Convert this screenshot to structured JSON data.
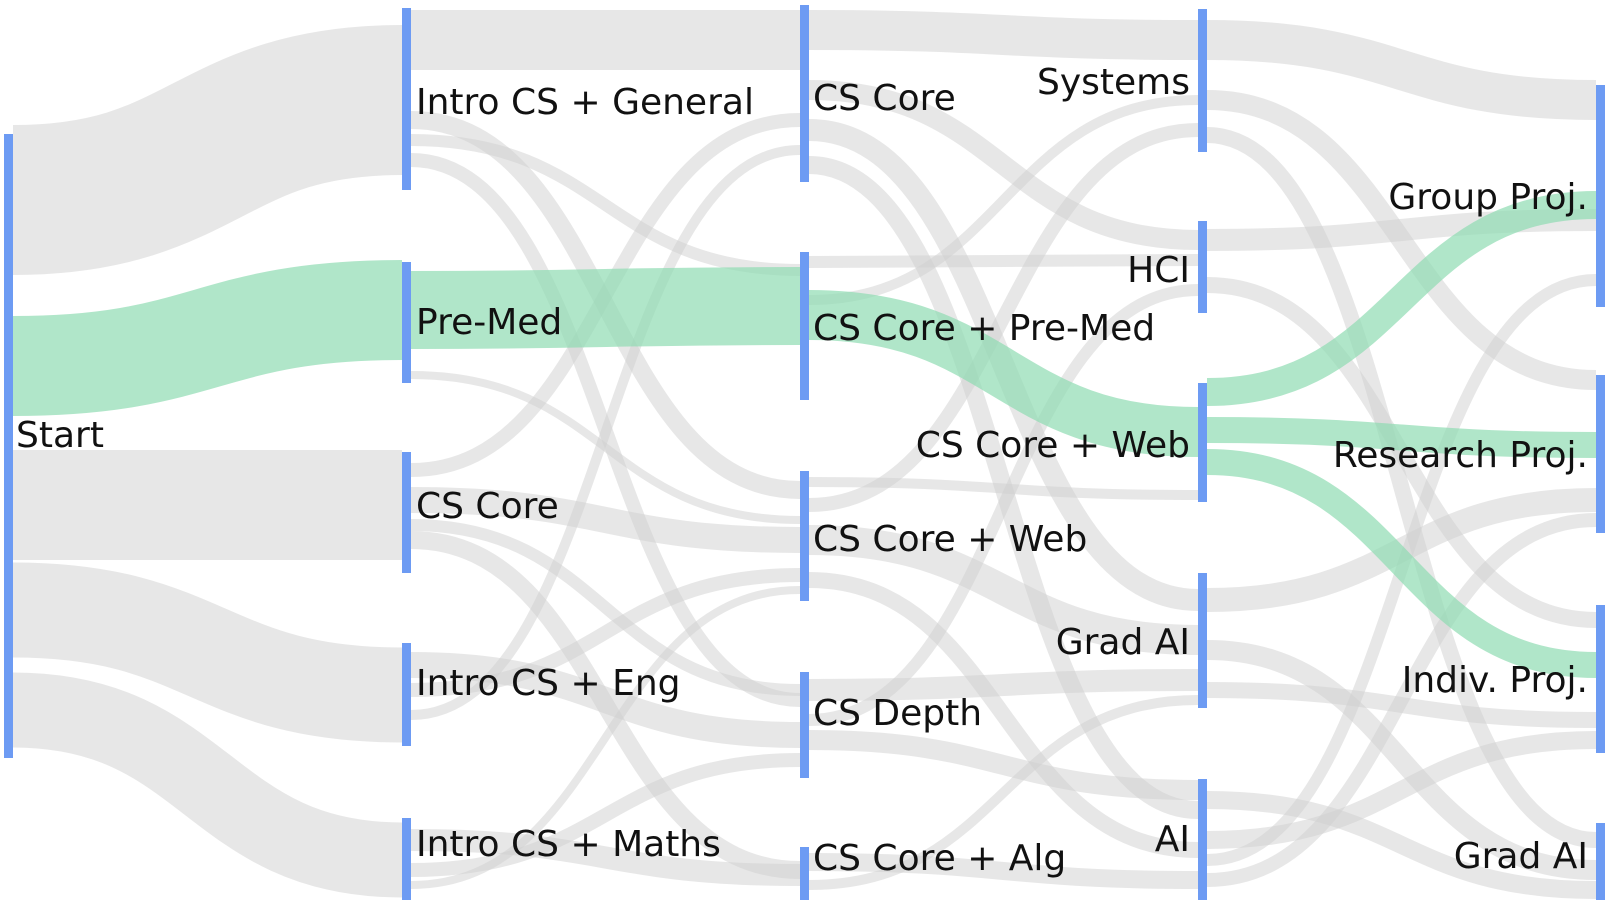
{
  "colors": {
    "node": "#6d9bf3",
    "link": "#cfcfcf",
    "highlight": "#8fdcb2",
    "text": "#111111",
    "background": "#ffffff"
  },
  "columns": [
    {
      "nodes": [
        {
          "id": "start",
          "label": "Start"
        }
      ]
    },
    {
      "nodes": [
        {
          "id": "c1-intro-general",
          "label": "Intro CS + General"
        },
        {
          "id": "c1-pre-med",
          "label": "Pre-Med"
        },
        {
          "id": "c1-cs-core",
          "label": "CS Core"
        },
        {
          "id": "c1-intro-eng",
          "label": "Intro CS + Eng"
        },
        {
          "id": "c1-intro-maths",
          "label": "Intro CS + Maths"
        }
      ]
    },
    {
      "nodes": [
        {
          "id": "c2-cs-core",
          "label": "CS Core"
        },
        {
          "id": "c2-core-premed",
          "label": "CS Core + Pre-Med"
        },
        {
          "id": "c2-core-web",
          "label": "CS Core + Web"
        },
        {
          "id": "c2-cs-depth",
          "label": "CS Depth"
        },
        {
          "id": "c2-core-alg",
          "label": "CS Core + Alg"
        }
      ]
    },
    {
      "nodes": [
        {
          "id": "c3-systems",
          "label": "Systems"
        },
        {
          "id": "c3-hci",
          "label": "HCI"
        },
        {
          "id": "c3-core-web",
          "label": "CS Core + Web"
        },
        {
          "id": "c3-grad-ai",
          "label": "Grad AI"
        },
        {
          "id": "c3-ai",
          "label": "AI"
        }
      ]
    },
    {
      "nodes": [
        {
          "id": "c4-group-proj",
          "label": "Group Proj."
        },
        {
          "id": "c4-research-proj",
          "label": "Research Proj."
        },
        {
          "id": "c4-indiv-proj",
          "label": "Indiv. Proj."
        },
        {
          "id": "c4-grad-ai",
          "label": "Grad AI"
        }
      ]
    }
  ],
  "highlighted_path": [
    "start",
    "c1-pre-med",
    "c2-core-premed",
    "c3-core-web",
    "c4-group-proj",
    "c4-research-proj",
    "c4-indiv-proj"
  ]
}
